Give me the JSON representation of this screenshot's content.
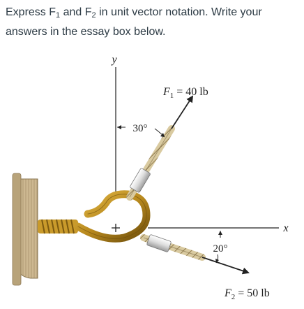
{
  "question": {
    "line1_pre": "Express F",
    "sub1": "1",
    "line1_mid": " and F",
    "sub2": "2",
    "line1_post": " in unit vector notation. Write your",
    "line2": "answers in the essay box below."
  },
  "figure": {
    "y_axis_label": "y",
    "x_axis_label": "x",
    "f1": {
      "symbol": "F",
      "sub": "1",
      "value": " = 40 lb"
    },
    "f2": {
      "symbol": "F",
      "sub": "2",
      "value": " = 50 lb"
    },
    "angle1": "30°",
    "angle2": "20°",
    "colors": {
      "wall": "#c7b28a",
      "hook": "#b98a1e",
      "hook_dark": "#7c5a10",
      "rope": "#d7c79c",
      "sleeve": "#e9e9e9",
      "line": "#222222"
    }
  }
}
